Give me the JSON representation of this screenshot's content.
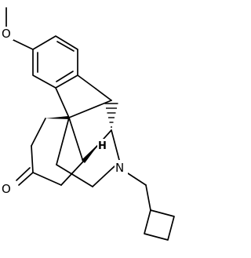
{
  "molecule": {
    "atoms": {
      "methoxy_oxygen": "O",
      "ketone_oxygen": "O",
      "amine_nitrogen": "N",
      "stereo_hydrogen": "H"
    }
  }
}
